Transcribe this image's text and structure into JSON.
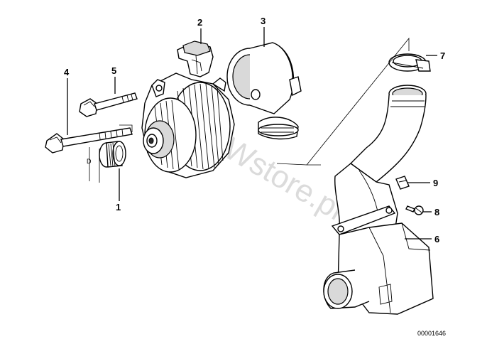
{
  "callouts": [
    {
      "id": "1",
      "label": "1"
    },
    {
      "id": "2",
      "label": "2"
    },
    {
      "id": "3",
      "label": "3"
    },
    {
      "id": "4",
      "label": "4"
    },
    {
      "id": "5",
      "label": "5"
    },
    {
      "id": "6",
      "label": "6"
    },
    {
      "id": "7",
      "label": "7"
    },
    {
      "id": "8",
      "label": "8"
    },
    {
      "id": "9",
      "label": "9"
    }
  ],
  "dimension_label": "D",
  "diagram_number": "00001646",
  "watermark": "BMWstore.pl",
  "colors": {
    "line": "#000000",
    "background": "#ffffff",
    "watermark": "#9a9a9a"
  }
}
